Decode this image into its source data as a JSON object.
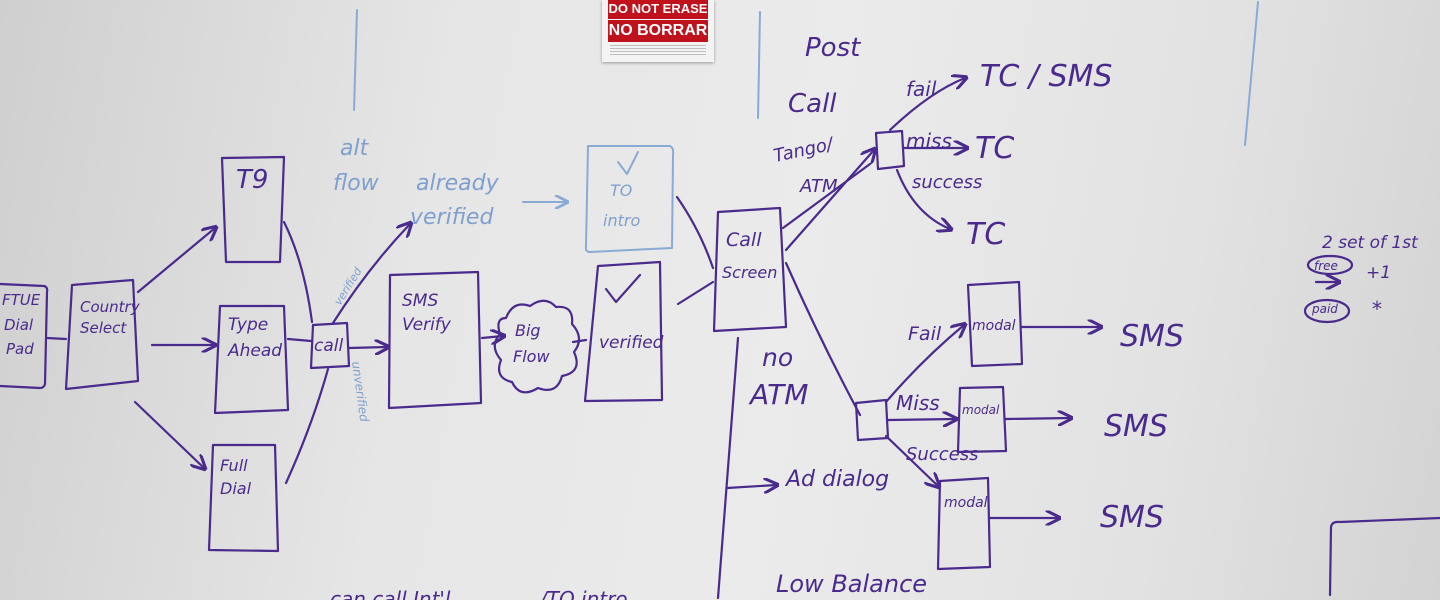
{
  "sign": {
    "line1": "DO NOT ERASE",
    "line2": "NO BORRAR"
  },
  "nodes": {
    "ftue": [
      "FTUE",
      "Dial",
      "Pad"
    ],
    "country": [
      "Country",
      "Select"
    ],
    "t9": "T9",
    "type_ahead": [
      "Type",
      "Ahead"
    ],
    "full_dial": [
      "Full",
      "Dial"
    ],
    "call": "call",
    "sms_verify": [
      "SMS",
      "Verify"
    ],
    "big_flow": [
      "Big",
      "Flow"
    ],
    "verified": "verified",
    "call_screen": [
      "Call",
      "Screen"
    ],
    "to_intro": [
      "TO",
      "intro"
    ],
    "modal": "modal"
  },
  "labels": {
    "alt_flow": [
      "alt",
      "flow",
      "already",
      "verified"
    ],
    "verified_edge": "verified",
    "unverified_edge": "unverified",
    "post_call": [
      "Post",
      "Call"
    ],
    "tango_atm": [
      "Tango/",
      "ATM"
    ],
    "fail": "fail",
    "miss": "miss",
    "success": "success",
    "tc_sms": "TC / SMS",
    "tc": "TC",
    "no_atm": [
      "no",
      "ATM"
    ],
    "fail2": "Fail",
    "miss2": "Miss",
    "success2": "Success",
    "sms": "SMS",
    "ad_dialog": "Ad dialog",
    "low_balance": "Low Balance",
    "bottom_left": "can call Int'l",
    "bottom_mid": "/TO intro"
  },
  "side_note": {
    "title": "2 set of 1st",
    "free": "free",
    "plus_one": "+1",
    "paid": "paid",
    "star": "*"
  }
}
